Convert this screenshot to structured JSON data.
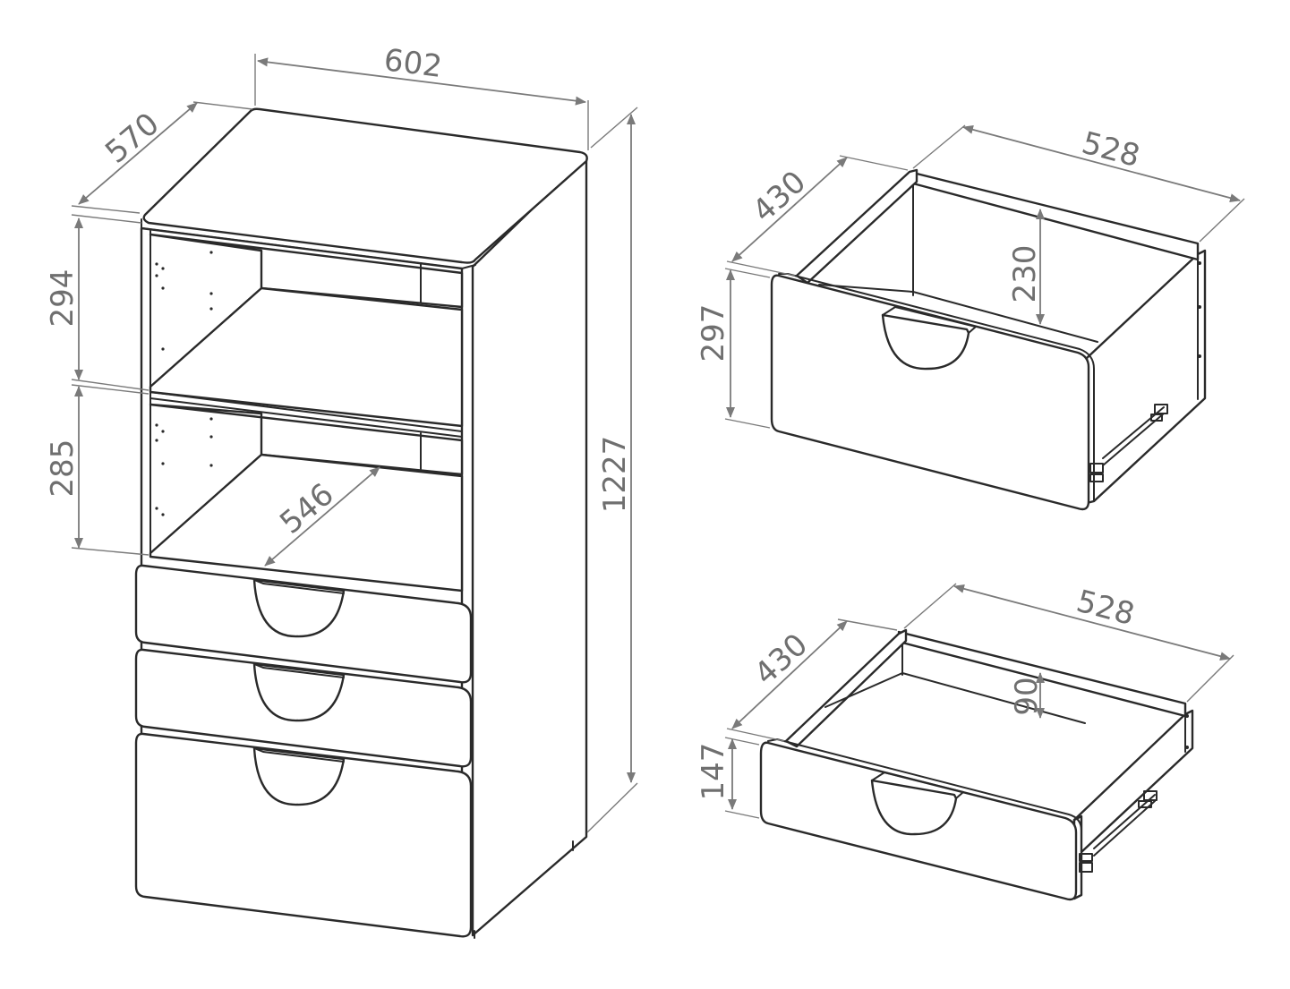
{
  "colors": {
    "line": "#2a2a2a",
    "dimension": "#7a7a7a",
    "label": "#6f6f6f",
    "background": "#ffffff"
  },
  "cabinet": {
    "width": "602",
    "depth": "570",
    "height": "1227",
    "upper_shelf_height": "294",
    "lower_shelf_height": "285",
    "shelf_depth": "546"
  },
  "deep_drawer": {
    "width": "528",
    "depth": "430",
    "inner_height": "230",
    "front_height": "297"
  },
  "shallow_drawer": {
    "width": "528",
    "depth": "430",
    "inner_height": "90",
    "front_height": "147"
  }
}
